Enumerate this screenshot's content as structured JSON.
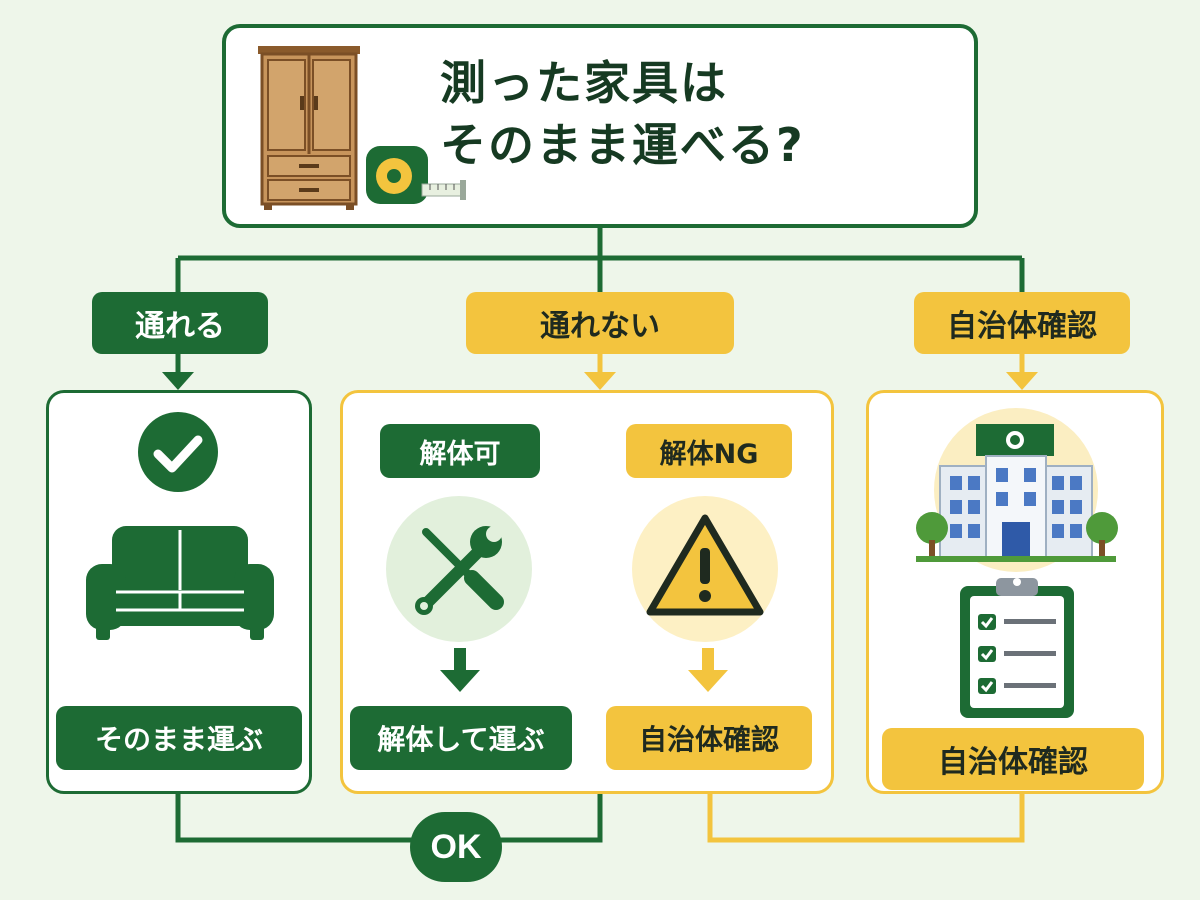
{
  "title": {
    "line1": "測った家具は",
    "line2": "そのまま運べる?"
  },
  "branches": {
    "pass": {
      "label": "通れる",
      "result": "そのまま運ぶ"
    },
    "no_pass": {
      "label": "通れない",
      "disassemble_ok": {
        "label": "解体可",
        "result": "解体して運ぶ"
      },
      "disassemble_ng": {
        "label": "解体NG",
        "result": "自治体確認"
      }
    },
    "municipality": {
      "label": "自治体確認",
      "result": "自治体確認"
    }
  },
  "outcome": {
    "label": "OK"
  },
  "colors": {
    "green": "#1d6b34",
    "yellow": "#f3c43e",
    "background": "#eef6ea"
  },
  "icons": [
    "wardrobe-icon",
    "tape-measure-icon",
    "checkmark-icon",
    "sofa-icon",
    "tools-icon",
    "warning-icon",
    "city-hall-icon",
    "clipboard-checklist-icon",
    "arrow-down-icon"
  ]
}
